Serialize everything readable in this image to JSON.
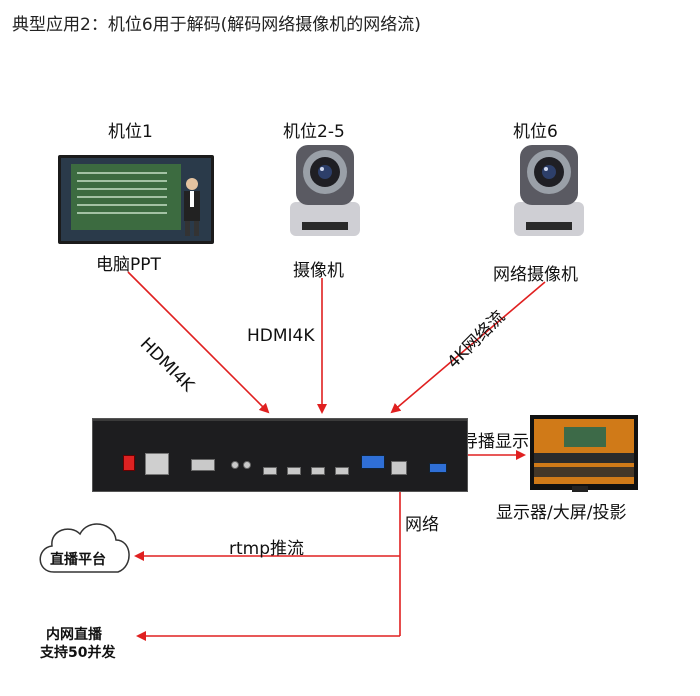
{
  "title": "典型应用2：机位6用于解码(解码网络摄像机的网络流)",
  "sources": [
    {
      "position": "机位1",
      "device": "电脑PPT",
      "link": "HDMI4K"
    },
    {
      "position": "机位2-5",
      "device": "摄像机",
      "link": "HDMI4K"
    },
    {
      "position": "机位6",
      "device": "网络摄像机",
      "link": "4K网络流"
    }
  ],
  "outputs": {
    "display_link": "导播显示",
    "display_label": "显示器/大屏/投影",
    "network_label": "网络",
    "stream_label": "rtmp推流",
    "cloud_label": "直播平台",
    "intranet_line1": "内网直播",
    "intranet_line2": "支持50并发"
  },
  "colors": {
    "arrow": "#e02020",
    "text": "#111111"
  }
}
